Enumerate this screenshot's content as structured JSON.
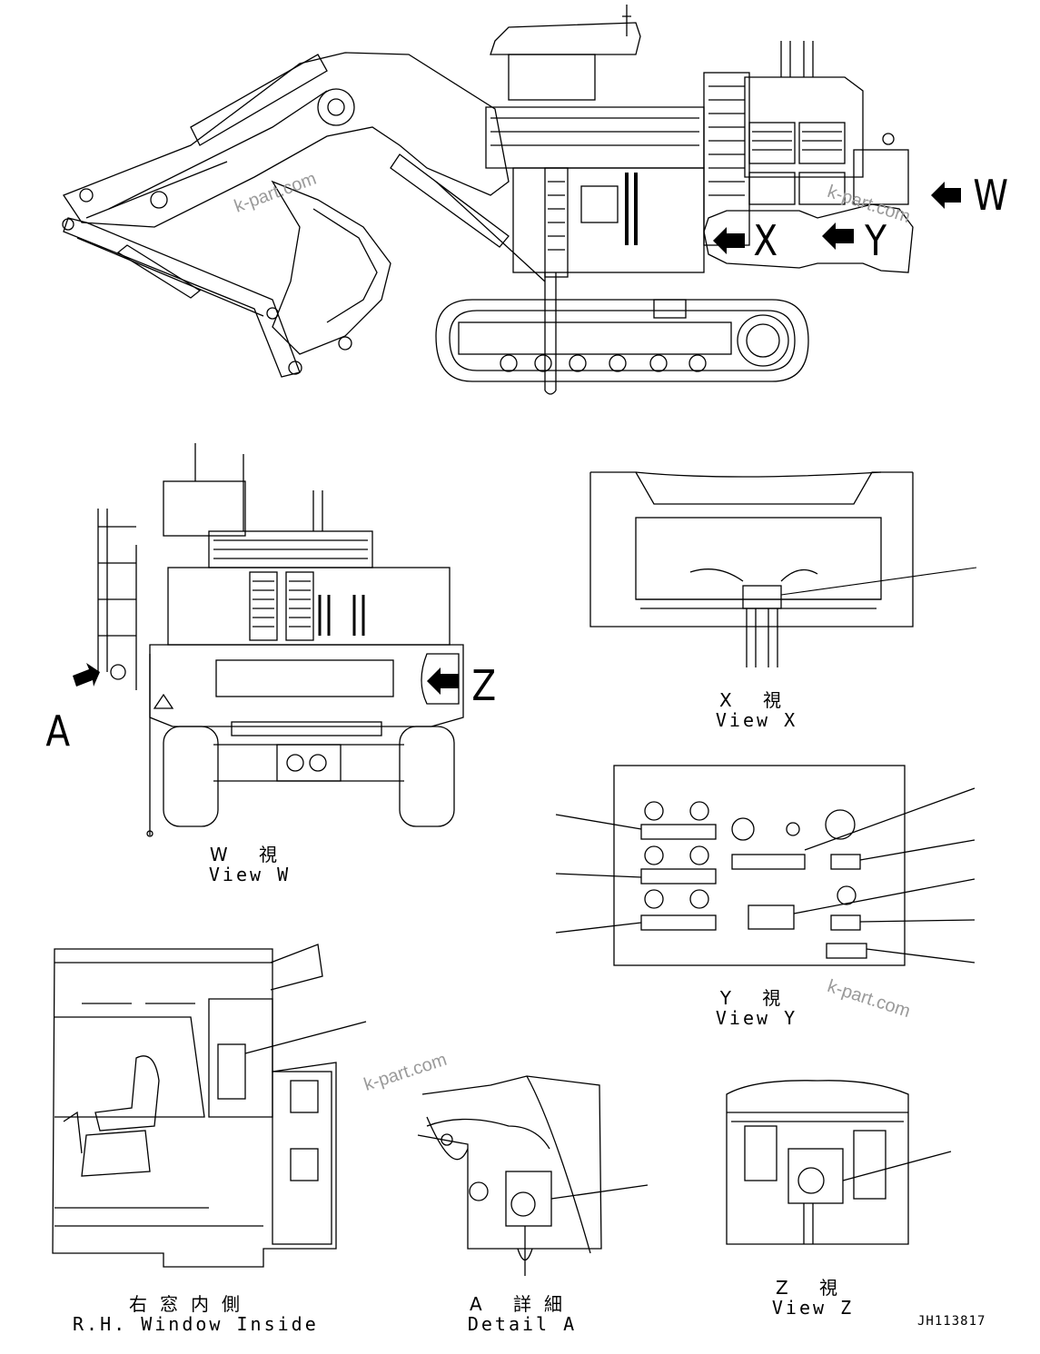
{
  "arrows": {
    "w": "W",
    "x": "X",
    "y": "Y",
    "z": "Z",
    "a": "A"
  },
  "views": {
    "w": {
      "jp": "W 視",
      "en": "View W"
    },
    "x": {
      "jp": "X 視",
      "en": "View X"
    },
    "y": {
      "jp": "Y 視",
      "en": "View Y"
    },
    "z": {
      "jp": "Z 視",
      "en": "View Z"
    },
    "a": {
      "jp": "A 詳細",
      "en": "Detail A"
    },
    "rh": {
      "jp": "右窓内側",
      "en": "R.H. Window Inside"
    }
  },
  "watermark": "k-part.com",
  "drawing_code": "JH113817"
}
